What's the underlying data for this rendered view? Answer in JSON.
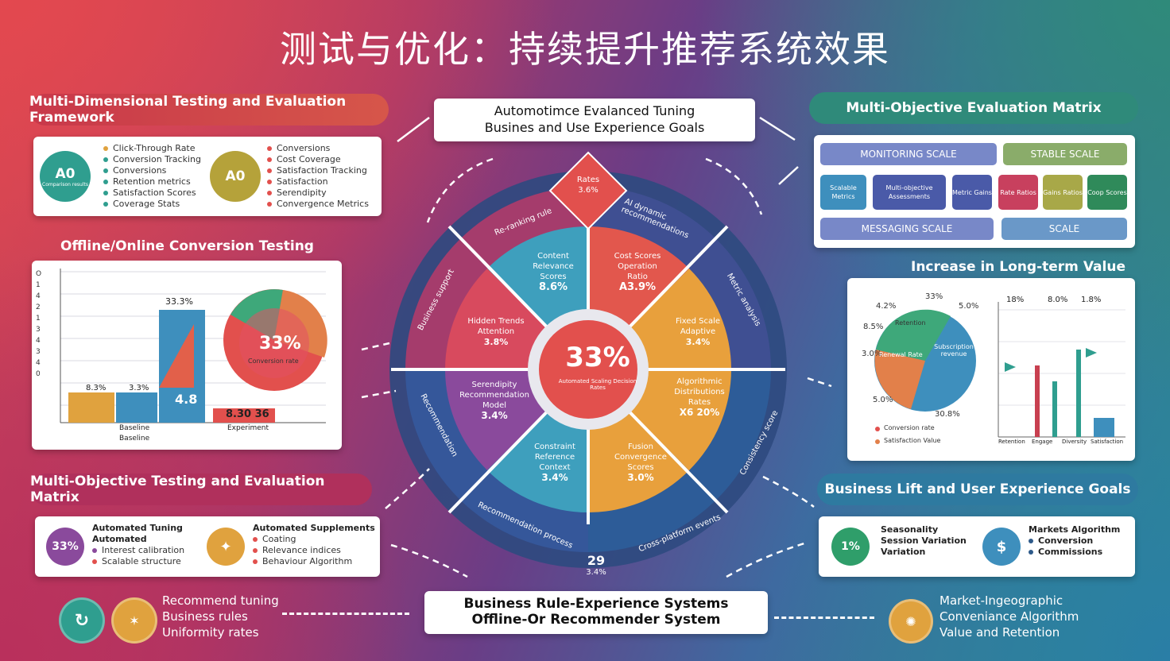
{
  "title": "测试与优化：持续提升推荐系统效果",
  "colors": {
    "teal": "#2f9e8f",
    "olive": "#b5a23a",
    "red": "#e2504d",
    "blue": "#3e8fbd",
    "purple": "#8a4a9c",
    "orange": "#e0a23e"
  },
  "left": {
    "framework": {
      "header": "Multi-Dimensional Testing and Evaluation Framework",
      "circle1": {
        "label": "A0",
        "sub": "Comparison results"
      },
      "list1": [
        "Click-Through Rate",
        "Conversion Tracking",
        "Conversions",
        "Retention metrics",
        "Satisfaction Scores",
        "Coverage Stats"
      ],
      "circle2": {
        "label": "A0"
      },
      "list2": [
        "Conversions",
        "Cost Coverage",
        "Satisfaction Tracking",
        "Satisfaction",
        "Serendipity",
        "Convergence Metrics"
      ]
    },
    "offline_online": {
      "header": "Offline/Online Conversion Testing",
      "top_label": "33.3%",
      "pie_value": "33%",
      "pie_sub": "Conversion rate",
      "bar_labels": [
        "8.3%",
        "3.3%",
        "4.8",
        "8.30 36"
      ],
      "caption1": "Baseline",
      "caption1b": "Baseline",
      "caption2": "Experiment"
    },
    "matrix": {
      "header": "Multi-Objective Testing and Evaluation Matrix",
      "circle1": "33%",
      "list1": [
        "Automated Tuning",
        "Automated",
        "Interest calibration",
        "Scalable structure"
      ],
      "circle2": "",
      "list2": [
        "Automated Supplements",
        "Coating",
        "Relevance indices",
        "Behaviour Algorithm"
      ]
    },
    "bottom": {
      "lines": [
        "Recommend tuning",
        "Business rules",
        "Uniformity rates"
      ]
    }
  },
  "center": {
    "top_box": {
      "line1": "Automotimce Evalanced Tuning",
      "line2": "Busines and Use Experience Goals"
    },
    "diamond": {
      "line1": "Rates",
      "line2": "3.6%"
    },
    "ring_labels": [
      "Re-ranking rule",
      "AI dynamic recommendations",
      "Metric analysis",
      "Consistency score",
      "Cross-platform events",
      "Recommendation process",
      "Recommendation",
      "Business support"
    ],
    "hub": {
      "value": "33%",
      "sub": "Automated Scaling Decision Rates"
    },
    "segments": [
      {
        "l1": "Content",
        "l2": "Relevance",
        "l3": "Scores",
        "v": "8.6%"
      },
      {
        "l1": "Cost Scores",
        "l2": "Operation",
        "l3": "Ratio",
        "v": "A3.9%"
      },
      {
        "l1": "Fixed Scale",
        "l2": "Adaptive",
        "l3": "",
        "v": "3.4%"
      },
      {
        "l1": "Algorithmic",
        "l2": "Distributions",
        "l3": "Rates",
        "v": "X6 20%"
      },
      {
        "l1": "Fusion",
        "l2": "Convergence",
        "l3": "Scores",
        "v": "3.0%"
      },
      {
        "l1": "Constraint",
        "l2": "Reference",
        "l3": "Context",
        "v": "3.4%"
      },
      {
        "l1": "Serendipity",
        "l2": "Recommendation",
        "l3": "Model",
        "v": "3.4%"
      },
      {
        "l1": "Hidden Trends",
        "l2": "Attention",
        "l3": "",
        "v": "3.8%"
      }
    ],
    "bottom_value": {
      "v": "29",
      "sub": "3.4%"
    },
    "bottom_box": {
      "line1": "Business Rule-Experience Systems",
      "line2": "Offline-Or Recommender System"
    }
  },
  "right": {
    "matrix": {
      "header": "Multi-Objective Evaluation Matrix",
      "bar1": "MONITORING SCALE",
      "bar2": "STABLE SCALE",
      "tiles": [
        "Scalable Metrics",
        "Multi-objective Assessments",
        "Metric Gains",
        "Rate Ratios",
        "Gains Ratios",
        "Coop Scores"
      ],
      "bar3": "MESSAGING SCALE",
      "bar4": "SCALE"
    },
    "long_term": {
      "header": "Increase in Long-term Value",
      "pie_labels": [
        "4.2%",
        "33%",
        "5.0%",
        "8.5%",
        "3.0%",
        "5.0%",
        "30.8%"
      ],
      "pie_text1": "Retention",
      "pie_text2": "Renewal Rate",
      "pie_text3": "Subscription revenue",
      "legend": [
        "Conversion rate",
        "Satisfaction Value"
      ],
      "bar_top": [
        "18%",
        "8.0%",
        "1.8%"
      ],
      "bar_caps": [
        "Retention",
        "Engage",
        "Diversity",
        "Satisfaction"
      ]
    },
    "goals": {
      "header": "Business Lift and User Experience Goals",
      "circle1": "1%",
      "list1": [
        "Seasonality",
        "Session Variation",
        "Variation"
      ],
      "circle2": "$",
      "list2": [
        "Markets Algorithm",
        "Conversion",
        "Commissions"
      ]
    },
    "bottom": {
      "lines": [
        "Market-Ingeographic",
        "Conveniance Algorithm",
        "Value and Retention"
      ]
    }
  }
}
